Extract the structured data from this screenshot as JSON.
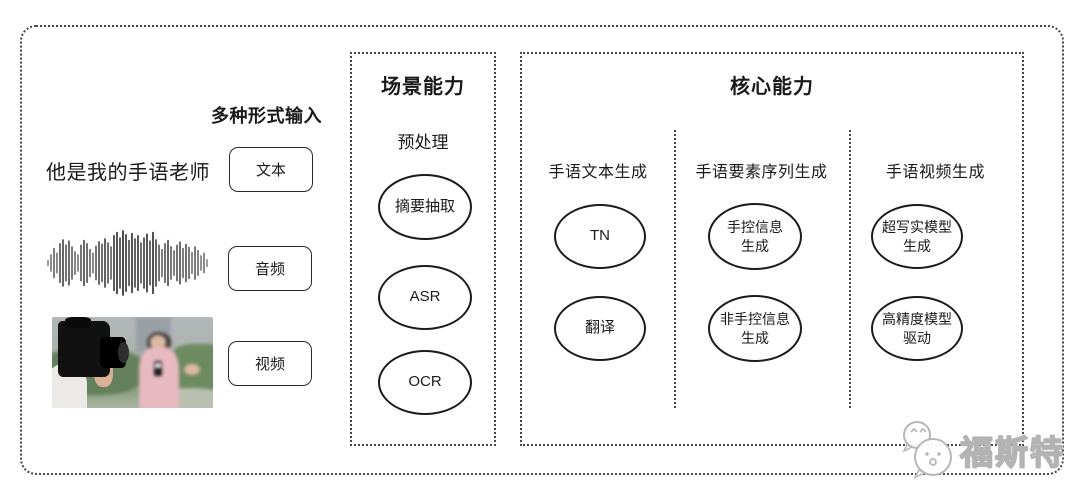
{
  "input_section": {
    "heading": "多种形式输入",
    "sample_text": "他是我的手语老师",
    "items": [
      {
        "label": "文本"
      },
      {
        "label": "音频"
      },
      {
        "label": "视频"
      }
    ]
  },
  "scene_box": {
    "title": "场景能力",
    "subtitle": "预处理",
    "nodes": [
      "摘要抽取",
      "ASR",
      "OCR"
    ]
  },
  "core_box": {
    "title": "核心能力",
    "columns": [
      {
        "header": "手语文本生成",
        "nodes": [
          "TN",
          "翻译"
        ]
      },
      {
        "header": "手语要素序列生成",
        "nodes": [
          "手控信息\n生成",
          "非手控信息\n生成"
        ]
      },
      {
        "header": "手语视频生成",
        "nodes": [
          "超写实模型\n生成",
          "高精度模型\n驱动"
        ]
      }
    ]
  },
  "watermark": {
    "text": "福斯特",
    "icon": "chat-bubbles-icon"
  },
  "colors": {
    "background": "#ffffff",
    "border_dotted": "#474747",
    "node_stroke": "#1b1b1b",
    "text": "#1a1a1a",
    "watermark_gray": "#b3b3b3"
  }
}
